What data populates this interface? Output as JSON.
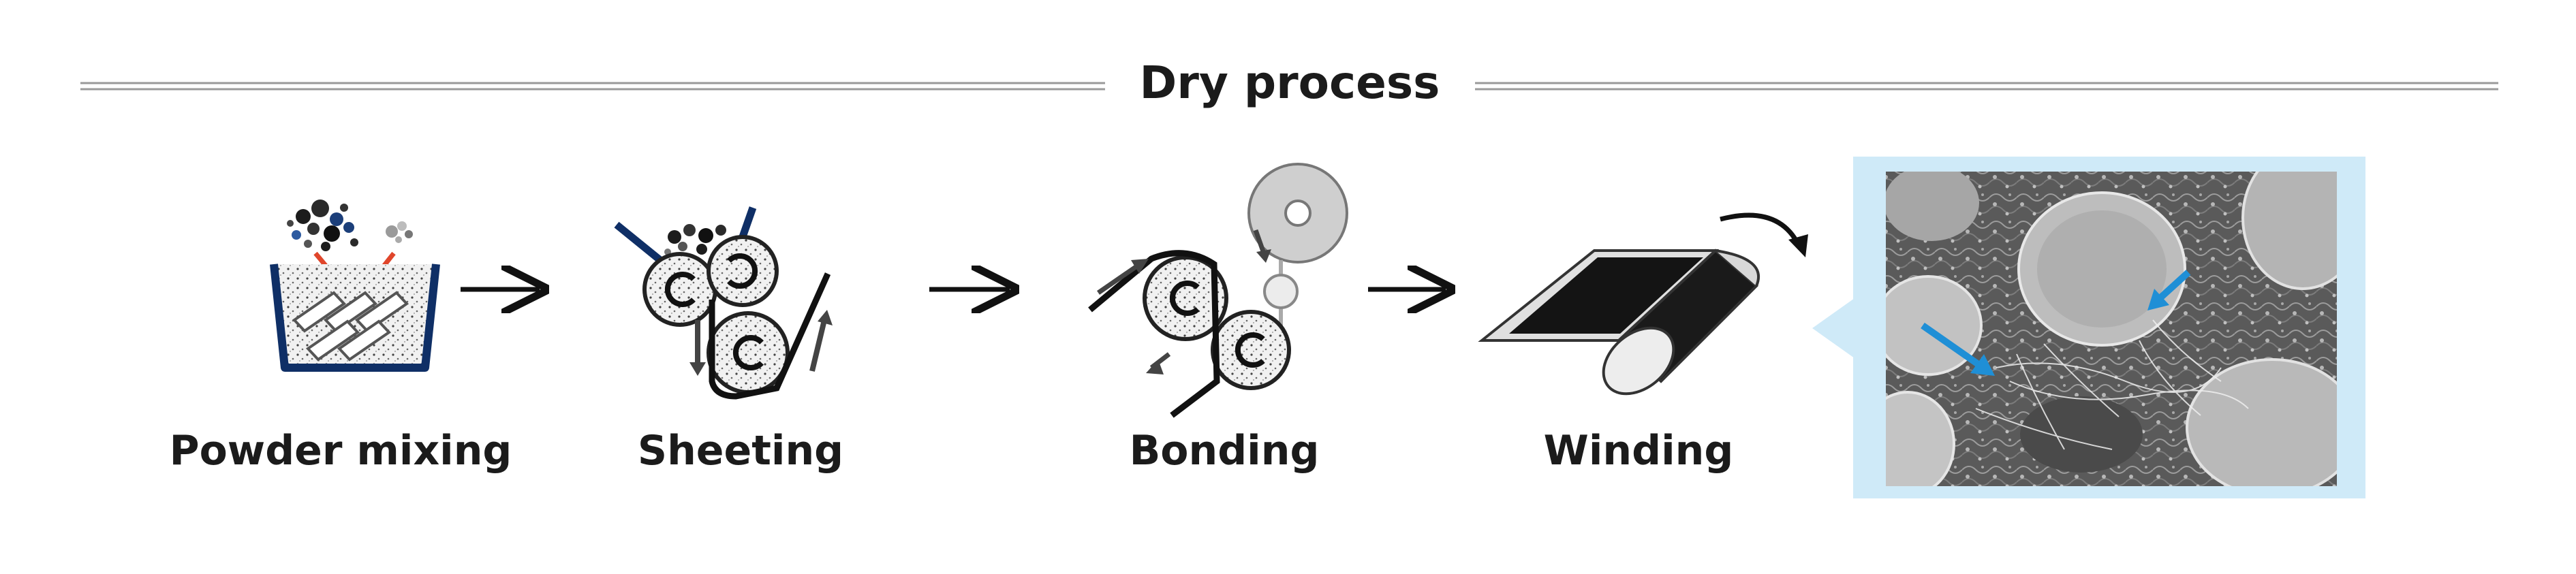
{
  "title": "Dry process",
  "steps": [
    {
      "label": "Powder mixing"
    },
    {
      "label": "Sheeting"
    },
    {
      "label": "Bonding"
    },
    {
      "label": "Winding"
    }
  ],
  "colors": {
    "line": "#9a9a9a",
    "text": "#1b1b1b",
    "navy": "#0f2f66",
    "callout_bg": "#cfeaf8",
    "arrow_blue": "#1f8fd6",
    "red_arrow": "#e0462b",
    "sem_dark": "#3c3c3c",
    "sem_light": "#d6d6d6"
  },
  "icons": {
    "mixing": "mixing-tank-icon",
    "sheeting": "sheeting-rollers-icon",
    "bonding": "bonding-rollers-icon",
    "winding": "electrode-roll-icon",
    "micrograph": "sem-micrograph-image"
  }
}
